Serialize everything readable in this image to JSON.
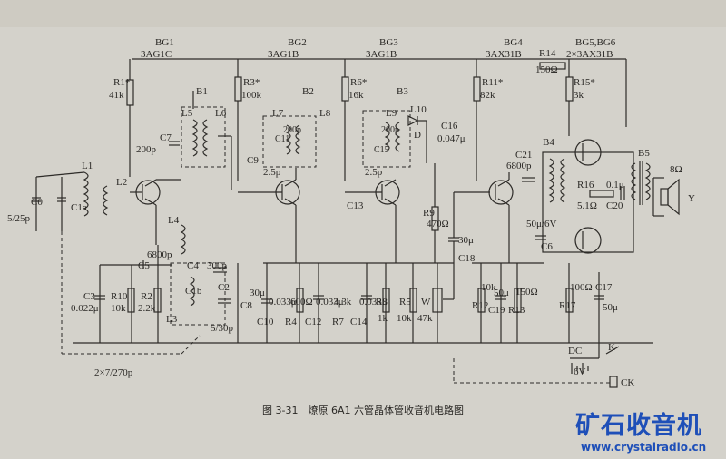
{
  "figure": {
    "caption": "图 3-31　燎原 6A1 六管晶体管收音机电路图",
    "watermark_cn": "矿石收音机",
    "watermark_url": "www.crystalradio.cn"
  },
  "transistors": [
    {
      "ref": "BG1",
      "type": "3AG1C"
    },
    {
      "ref": "BG2",
      "type": "3AG1B"
    },
    {
      "ref": "BG3",
      "type": "3AG1B"
    },
    {
      "ref": "BG4",
      "type": "3AX31B"
    },
    {
      "ref": "BG5,BG6",
      "type": "2×3AX31B"
    }
  ],
  "labels": {
    "r1": "R1*",
    "r1v": "41k",
    "r3": "R3*",
    "r3v": "100k",
    "r6": "R6*",
    "r6v": "16k",
    "r11": "R11*",
    "r11v": "82k",
    "r14": "R14",
    "r14v": "150Ω",
    "r15": "R15*",
    "r15v": "3k",
    "b1": "B1",
    "b2": "B2",
    "b3": "B3",
    "b4": "B4",
    "b5": "B5",
    "l1": "L1",
    "l2": "L2",
    "l3": "L3",
    "l4": "L4",
    "l5": "L5",
    "l6": "L6",
    "l7": "L7",
    "l8": "L8",
    "l9": "L9",
    "l10": "L10",
    "c7": "C7",
    "c7v": "200p",
    "c9": "C9",
    "c9v": "2.5p",
    "c11": "C11",
    "c11v": "200p",
    "c13": "C13",
    "c15": "C15",
    "c15v": "200p",
    "c15b": "2.5p",
    "c16": "C16",
    "c16v": "0.047μ",
    "c21": "C21",
    "c21v": "6800p",
    "c0": "C0",
    "c0v": "5/25p",
    "c1a": "C1a",
    "c5": "C5",
    "c5v": "6800p",
    "c4": "C4",
    "c4v": "300p",
    "c1b": "C1b",
    "c2": "C2",
    "c2v": "5/30p",
    "c3": "C3",
    "c3v": "0.022μ",
    "r10": "R10",
    "r10v": "10k",
    "r2": "R2",
    "r2v": "2.2k",
    "c8": "C8",
    "c8v": "30μ",
    "c10": "C10",
    "c10v": "0.033μ",
    "r4": "R4",
    "r4v": "600Ω",
    "c12": "C12",
    "c12v": "0.033μ",
    "r7": "R7",
    "r7v": "4.3k",
    "c14": "C14",
    "c14v": "0.033μ",
    "r8": "R8",
    "r8v": "1k",
    "r5": "R5",
    "r5v": "10k",
    "w": "W",
    "wv": "47k",
    "r9": "R9",
    "r9v": "470Ω",
    "c18": "C18",
    "c18v": "30μ",
    "r12": "R12",
    "r12v": "10k",
    "c19": "C19",
    "c19v": "50μ",
    "r13": "R13",
    "r13v": "150Ω",
    "c6": "C6",
    "c6v": "50μ/6V",
    "r16": "R16",
    "r16v": "5.1Ω",
    "c20": "C20",
    "c20v": "0.1μ",
    "r17": "R17",
    "r17v": "100Ω",
    "c17": "C17",
    "c17v": "50μ",
    "dc": "DC",
    "dcv": "6V",
    "k": "K",
    "ck": "CK",
    "spk": "8Ω",
    "y": "Y",
    "gang": "2×7/270p",
    "d": "D"
  }
}
